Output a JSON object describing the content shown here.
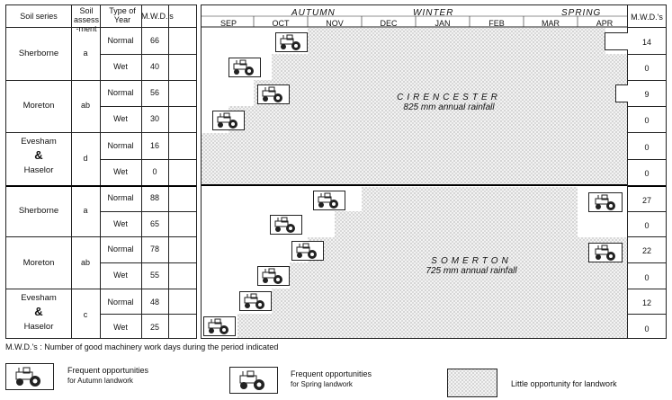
{
  "headers": {
    "soil_series": "Soil series",
    "soil_assessment": "Soil assess -ment",
    "type_of_year": "Type of Year",
    "mwds": "M.W.D.'s",
    "mwds_right": "M.W.D.'s"
  },
  "seasons": [
    "AUTUMN",
    "WINTER",
    "SPRING"
  ],
  "months": [
    "SEP",
    "OCT",
    "NOV",
    "DEC",
    "JAN",
    "FEB",
    "MAR",
    "APR"
  ],
  "sites": [
    {
      "name": "CIRENCESTER",
      "rainfall": "825 mm annual rainfall"
    },
    {
      "name": "SOMERTON",
      "rainfall": "725 mm annual rainfall"
    }
  ],
  "rows": [
    {
      "series": "Sherborne",
      "assessment": "a",
      "normal_mwd": "66",
      "wet_mwd": "40",
      "normal_spring": "14",
      "wet_spring": "0"
    },
    {
      "series": "Moreton",
      "assessment": "ab",
      "normal_mwd": "56",
      "wet_mwd": "30",
      "normal_spring": "9",
      "wet_spring": "0"
    },
    {
      "series": "Evesham",
      "series2": "Haselor",
      "amp": "&",
      "assessment": "d",
      "normal_mwd": "16",
      "wet_mwd": "0",
      "normal_spring": "0",
      "wet_spring": "0"
    },
    {
      "series": "Sherborne",
      "assessment": "a",
      "normal_mwd": "88",
      "wet_mwd": "65",
      "normal_spring": "27",
      "wet_spring": "0"
    },
    {
      "series": "Moreton",
      "assessment": "ab",
      "normal_mwd": "78",
      "wet_mwd": "55",
      "normal_spring": "22",
      "wet_spring": "0"
    },
    {
      "series": "Evesham",
      "series2": "Haselor",
      "amp": "&",
      "assessment": "c",
      "normal_mwd": "48",
      "wet_mwd": "25",
      "normal_spring": "12",
      "wet_spring": "0"
    }
  ],
  "year_types": {
    "normal": "Normal",
    "wet": "Wet"
  },
  "footnote": "M.W.D.'s : Number of good machinery work days during the period indicated",
  "legend": {
    "autumn_line1": "Frequent opportunities",
    "autumn_line2": "for Autumn landwork",
    "spring_line1": "Frequent opportunities",
    "spring_line2": "for Spring landwork",
    "little": "Little opportunity for landwork"
  }
}
